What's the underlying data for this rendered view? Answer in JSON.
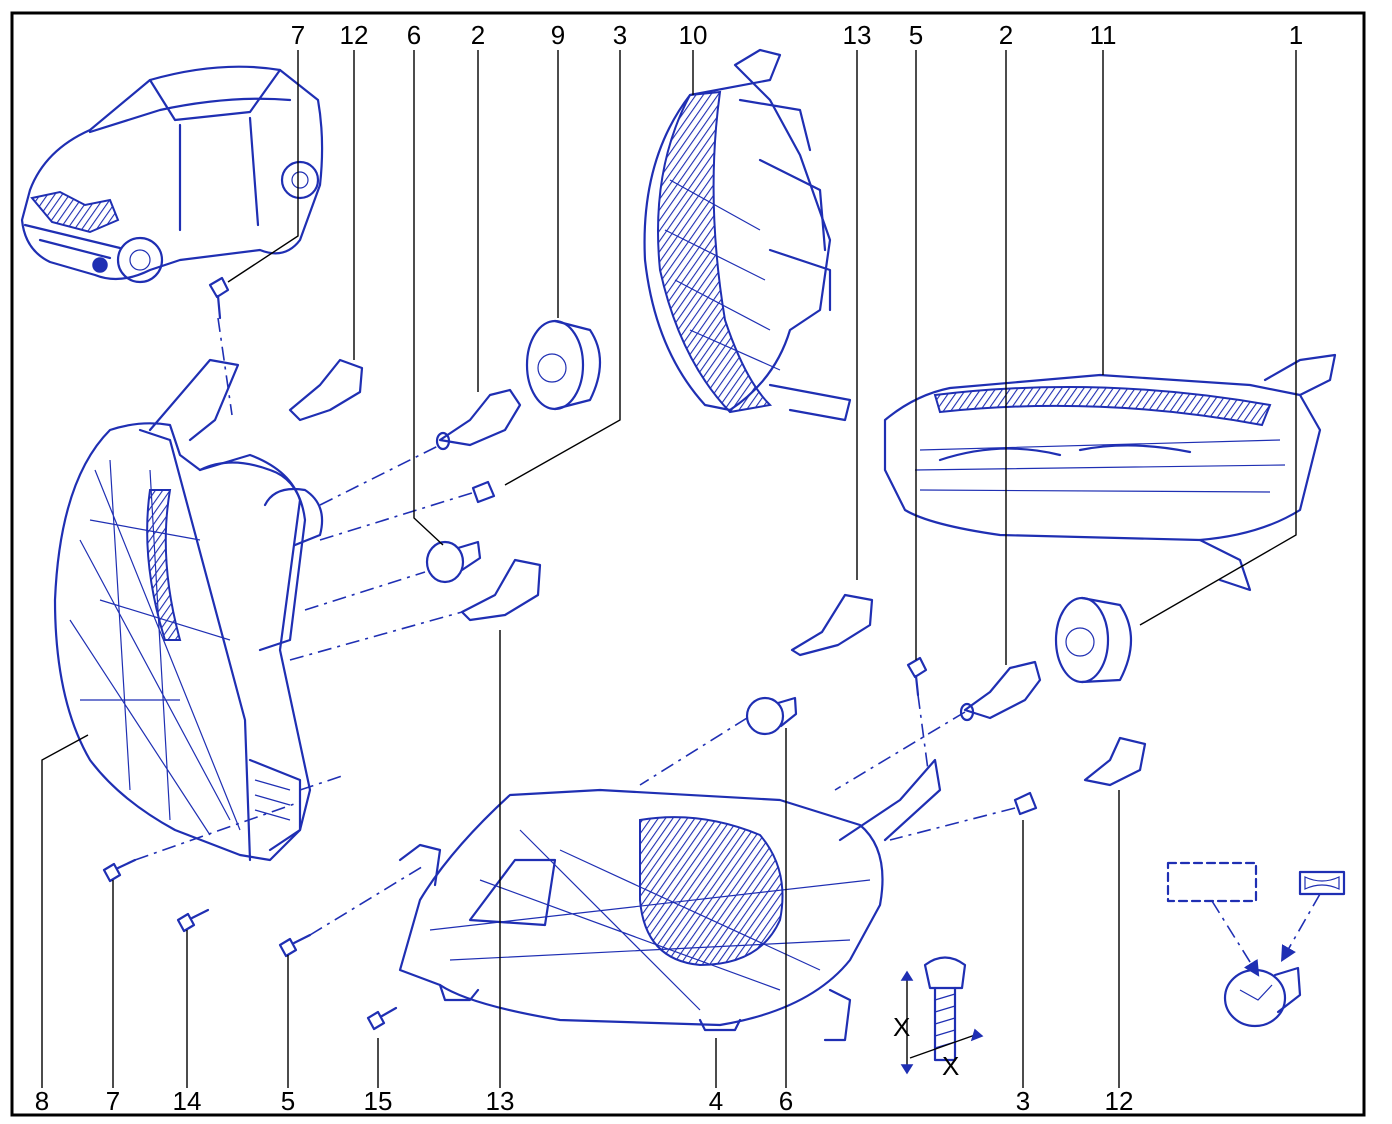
{
  "callouts_top": [
    {
      "id": "top-7",
      "label": "7"
    },
    {
      "id": "top-12",
      "label": "12"
    },
    {
      "id": "top-6",
      "label": "6"
    },
    {
      "id": "top-2a",
      "label": "2"
    },
    {
      "id": "top-9",
      "label": "9"
    },
    {
      "id": "top-3",
      "label": "3"
    },
    {
      "id": "top-10",
      "label": "10"
    },
    {
      "id": "top-13",
      "label": "13"
    },
    {
      "id": "top-5",
      "label": "5"
    },
    {
      "id": "top-2b",
      "label": "2"
    },
    {
      "id": "top-11",
      "label": "11"
    },
    {
      "id": "top-1",
      "label": "1"
    }
  ],
  "callouts_bottom": [
    {
      "id": "bot-8",
      "label": "8"
    },
    {
      "id": "bot-7",
      "label": "7"
    },
    {
      "id": "bot-14",
      "label": "14"
    },
    {
      "id": "bot-5",
      "label": "5"
    },
    {
      "id": "bot-15",
      "label": "15"
    },
    {
      "id": "bot-13",
      "label": "13"
    },
    {
      "id": "bot-4",
      "label": "4"
    },
    {
      "id": "bot-6",
      "label": "6"
    },
    {
      "id": "bot-3",
      "label": "3"
    },
    {
      "id": "bot-12",
      "label": "12"
    }
  ],
  "bolt_dimension_label": "X",
  "colors": {
    "line": "#1f2fb3",
    "text": "#000000",
    "frame": "#000000"
  }
}
